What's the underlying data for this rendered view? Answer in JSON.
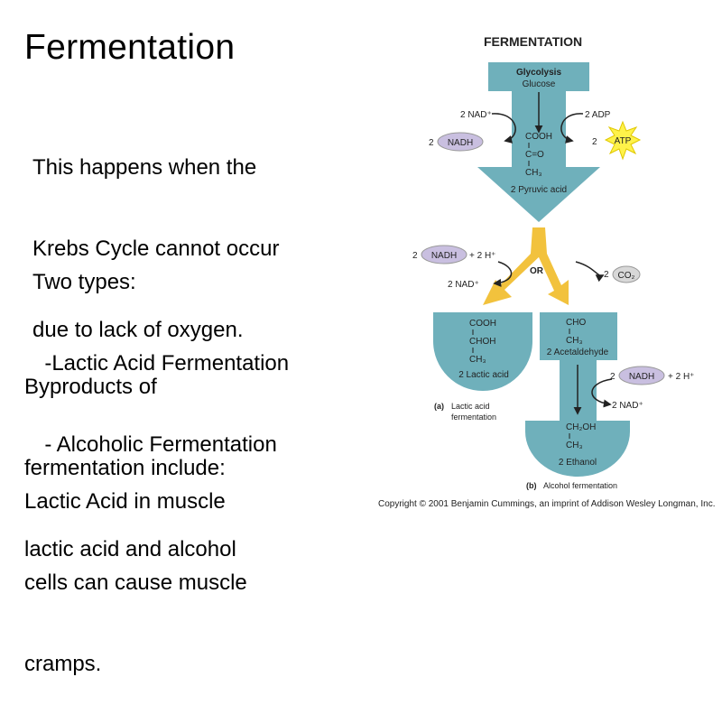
{
  "title": "Fermentation",
  "para1": [
    "This happens when the",
    "Krebs Cycle cannot occur",
    "due to lack of oxygen."
  ],
  "para2": [
    "Two types:",
    "  -Lactic Acid Fermentation",
    "  - Alcoholic Fermentation"
  ],
  "para3": [
    "Byproducts of",
    "fermentation include:",
    "lactic acid and alcohol"
  ],
  "para4": [
    "Lactic Acid in muscle",
    "cells can cause muscle",
    "cramps."
  ],
  "diagram": {
    "heading": "FERMENTATION",
    "glycolysis": "Glycolysis",
    "glucose": "Glucose",
    "nad_top": "2 NAD⁺",
    "adp": "2 ADP",
    "nadh_left_num": "2",
    "nadh": "NADH",
    "atp_num": "2",
    "atp": "ATP",
    "cooh": "COOH",
    "co": "C=O",
    "ch3": "CH₃",
    "pyruvic": "2 Pyruvic acid",
    "nadh2_num": "2",
    "nadh2": "NADH",
    "h_plus": "+ 2 H⁺",
    "or": "OR",
    "co2_num": "2",
    "co2": "CO₂",
    "nad_mid": "2 NAD⁺",
    "lac_cooh": "COOH",
    "lac_choh": "CHOH",
    "lac_ch3": "CH₃",
    "lactic": "2 Lactic acid",
    "alc_cho": "CHO",
    "alc_ch3": "CH₃",
    "acetaldehyde": "2 Acetaldehyde",
    "nadh3_num": "2",
    "nadh3": "NADH",
    "h_plus2": "+ 2 H⁺",
    "nad_low": "2 NAD⁺",
    "eth_ch2oh": "CH₂OH",
    "eth_ch3": "CH₃",
    "ethanol": "2 Ethanol",
    "cap_a_letter": "(a)",
    "cap_a": [
      "Lactic acid",
      "fermentation"
    ],
    "cap_b_letter": "(b)",
    "cap_b": "Alcohol fermentation",
    "copyright": "Copyright © 2001 Benjamin Cummings, an imprint of Addison Wesley Longman, Inc."
  },
  "colors": {
    "teal": "#6fb0bb",
    "teal_dark": "#4f8f99",
    "yellow": "#f2c23d",
    "nadh_fill": "#c9bfe0",
    "atp_fill": "#fff24a",
    "co2_fill": "#d8d8d8"
  }
}
